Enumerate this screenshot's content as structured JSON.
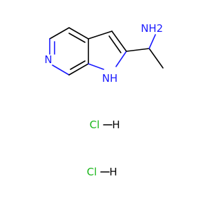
{
  "molecule": {
    "atoms": {
      "amine": "NH2",
      "pyridine_n": "N",
      "pyrrole_nh": "NH"
    },
    "salts": [
      {
        "cl": "Cl",
        "h": "H"
      },
      {
        "cl": "Cl",
        "h": "H"
      }
    ]
  },
  "colors": {
    "nitrogen": "#1a1aff",
    "chlorine": "#1ab71a",
    "carbon": "#000000"
  }
}
